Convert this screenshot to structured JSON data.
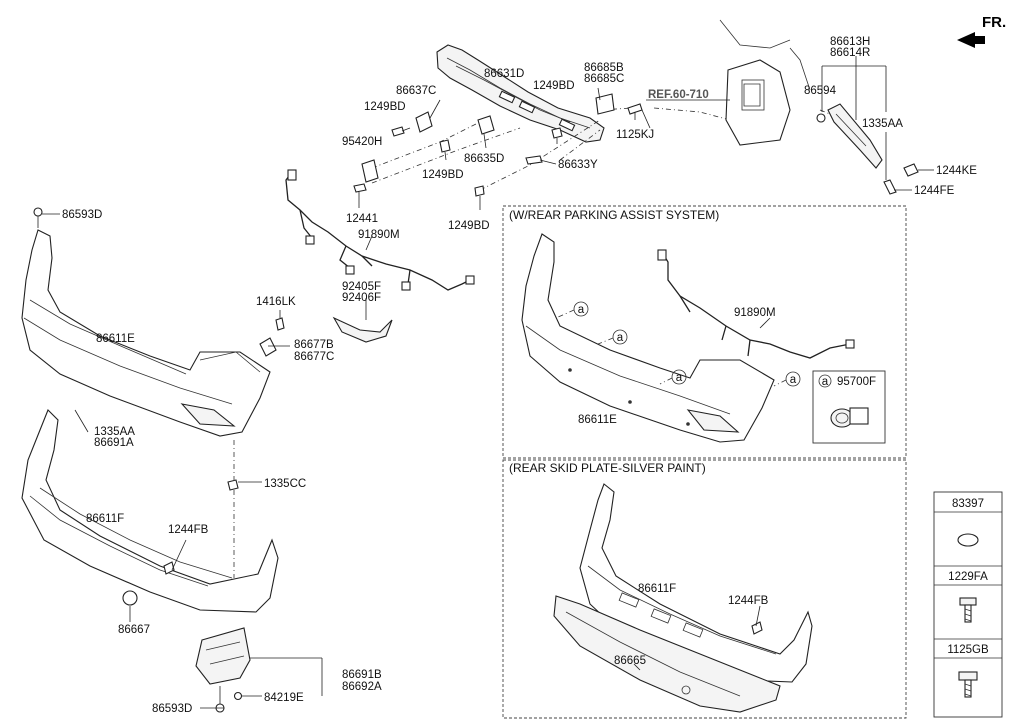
{
  "direction": "FR.",
  "reference": "REF.60-710",
  "sections": {
    "parking_assist": "(W/REAR PARKING ASSIST SYSTEM)",
    "skid_plate": "(REAR SKID PLATE-SILVER PAINT)"
  },
  "callout_marker": "a",
  "callout_part": "95700F",
  "table": [
    "83397",
    "1229FA",
    "1125GB"
  ],
  "labels": {
    "p86593D_top": "86593D",
    "p86611E_main": "86611E",
    "p1416LK": "1416LK",
    "p86677B": "86677B",
    "p86677C": "86677C",
    "p1335AA_left": "1335AA",
    "p86691A": "86691A",
    "p1335CC": "1335CC",
    "p86611F_main": "86611F",
    "p1244FB_main": "1244FB",
    "p86667": "86667",
    "p86691B": "86691B",
    "p86692A": "86692A",
    "p86593D_bottom": "86593D",
    "p84219E": "84219E",
    "p86637C": "86637C",
    "p1249BD_a": "1249BD",
    "p95420H": "95420H",
    "p86631D": "86631D",
    "p1249BD_b": "1249BD",
    "p86685B": "86685B",
    "p86685C": "86685C",
    "p1125KJ": "1125KJ",
    "p86635D": "86635D",
    "p1249BD_c": "1249BD",
    "p86633Y": "86633Y",
    "p12441": "12441",
    "p1249BD_d": "1249BD",
    "p91890M_main": "91890M",
    "p92405F": "92405F",
    "p92406F": "92406F",
    "p86613H": "86613H",
    "p86614R": "86614R",
    "p86594": "86594",
    "p1335AA_right": "1335AA",
    "p1244KE": "1244KE",
    "p1244FE": "1244FE",
    "p91890M_pas": "91890M",
    "p86611E_pas": "86611E",
    "p86611F_skid": "86611F",
    "p1244FB_skid": "1244FB",
    "p86665": "86665"
  }
}
